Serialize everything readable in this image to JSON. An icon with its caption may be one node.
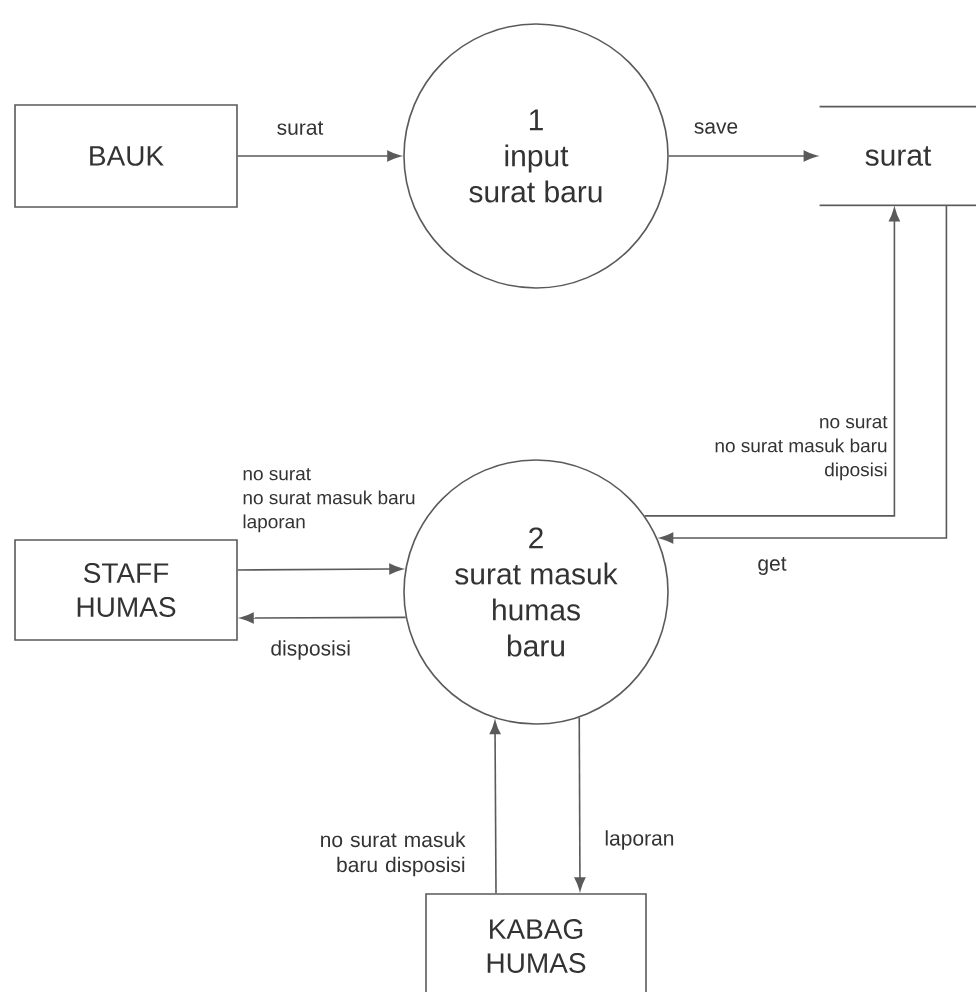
{
  "diagram": {
    "nodes": [
      {
        "text": [
          "BAUK"
        ]
      },
      {
        "text": [
          "1",
          "input surat baru"
        ]
      },
      {
        "text": [
          "surat"
        ]
      },
      {
        "text": [
          "2",
          "surat masuk humas baru"
        ]
      },
      {
        "text": [
          "STAFF HUMAS"
        ]
      },
      {
        "text": [
          "KABAG HUMAS"
        ]
      }
    ],
    "edges": [
      {
        "from": 0,
        "to": 1,
        "arrow": "to",
        "label": "surat"
      },
      {
        "from": 1,
        "to": 2,
        "arrow": "to",
        "label": "save"
      },
      {
        "from": 2,
        "to": 3,
        "arrow": "to",
        "label": "get"
      },
      {
        "from": 3,
        "to": 2,
        "arrow": "to",
        "label": "no surat no surat masuk baru diposisi"
      },
      {
        "from": 4,
        "to": 3,
        "arrow": "to",
        "label": "no surat no surat masuk baru laporan"
      },
      {
        "from": 3,
        "to": 4,
        "arrow": "to",
        "label": "disposisi"
      },
      {
        "from": 5,
        "to": 3,
        "arrow": "to",
        "label": "no surat masuk baru disposisi"
      },
      {
        "from": 3,
        "to": 5,
        "arrow": "to",
        "label": "laporan"
      }
    ]
  }
}
